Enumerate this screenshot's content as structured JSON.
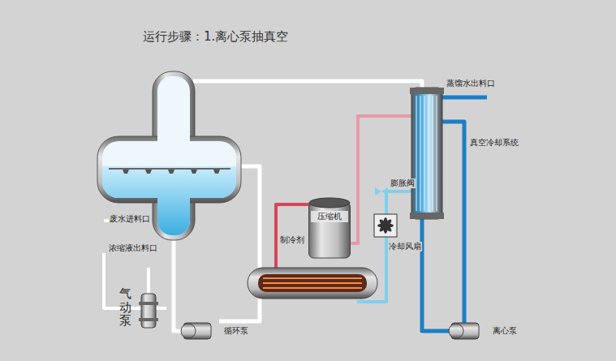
{
  "diagram": {
    "title": "运行步骤：1.离心泵抽真空",
    "nodes": [
      {
        "text": [
          "压缩机"
        ]
      }
    ],
    "labels": [
      "蒸馏水出料口",
      "真空冷却系统",
      "膨胀阀",
      "冷却风扇",
      "制冷剂",
      "废水进料口",
      "浓缩液出料口",
      "气动泵",
      "循环泵",
      "离心泵"
    ]
  }
}
